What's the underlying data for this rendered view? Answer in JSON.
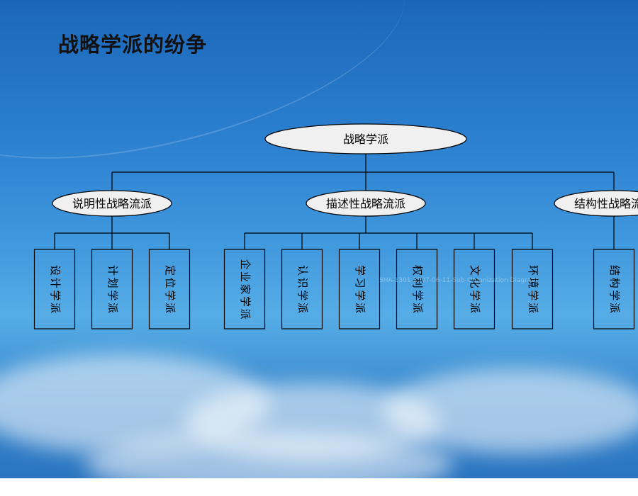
{
  "title": "战略学派的纷争",
  "diagram": {
    "root": "战略学派",
    "groups": [
      {
        "label": "说明性战略流派",
        "children": [
          "设计学派",
          "计划学派",
          "定位学派"
        ]
      },
      {
        "label": "描述性战略流派",
        "children": [
          "企业家学派",
          "认识学派",
          "学习学派",
          "权利学派",
          "文化学派",
          "环境学派"
        ]
      },
      {
        "label": "结构性战略流派",
        "children": [
          "结构学派"
        ]
      }
    ]
  },
  "watermark": "SHA-1301-2007-06-11-Sub-Organization Diagram"
}
